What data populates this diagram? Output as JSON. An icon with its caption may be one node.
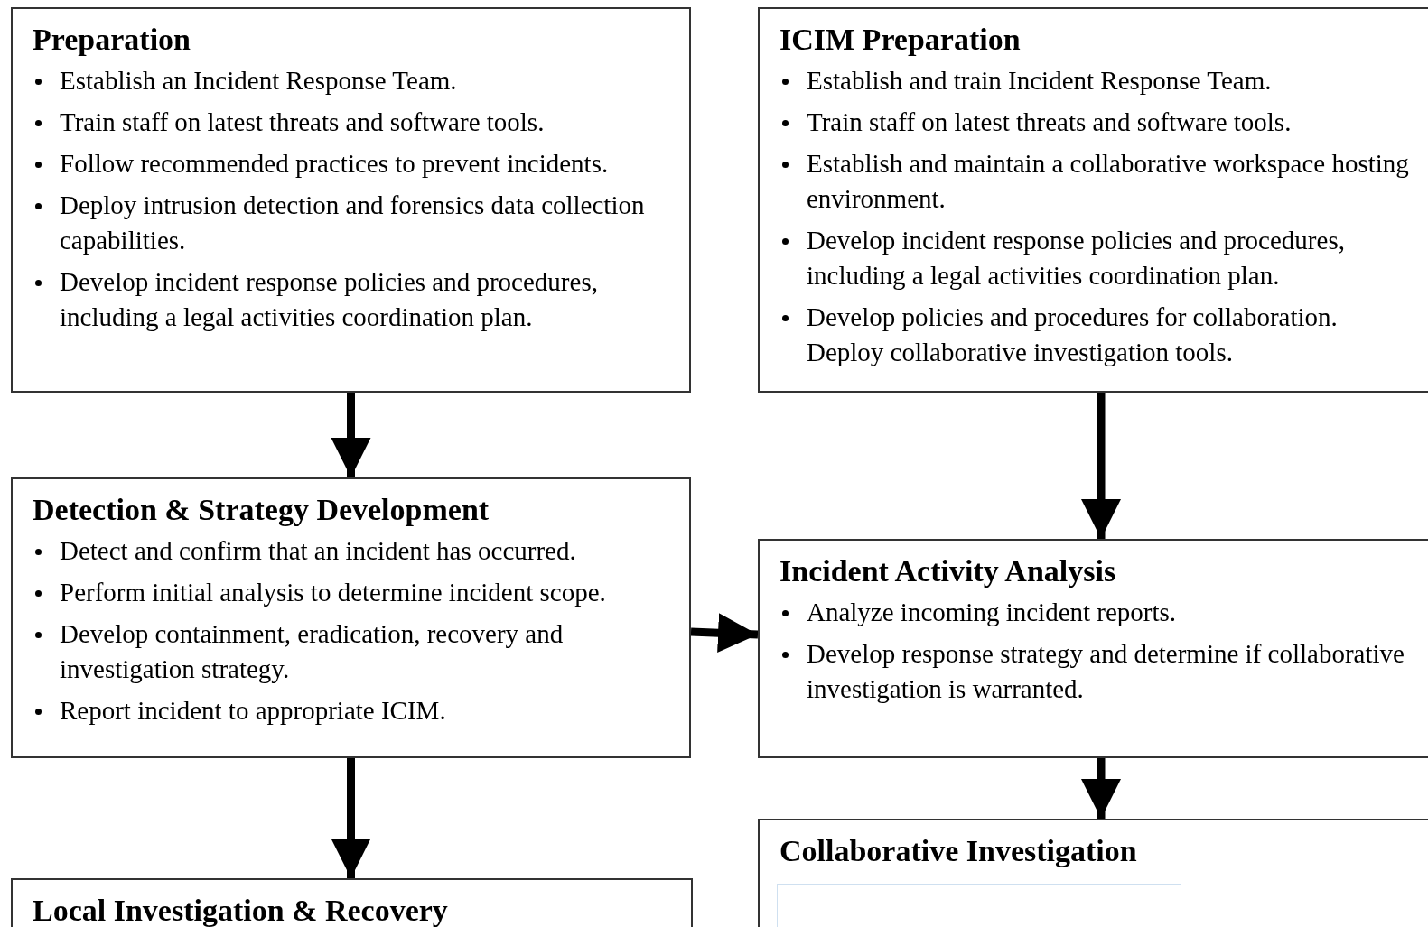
{
  "diagram": {
    "nodes": [
      {
        "text": [
          "Preparation",
          "Establish an Incident Response Team.",
          "Train staff on latest threats and software tools.",
          "Follow recommended practices to prevent incidents.",
          "Deploy intrusion detection and forensics data collection capabilities.",
          "Develop incident response policies and procedures, including a legal activities coordination plan."
        ]
      },
      {
        "text": [
          "ICIM Preparation",
          "Establish and train Incident Response Team.",
          "Train staff on latest threats and software tools.",
          "Establish and maintain a collaborative workspace hosting environment.",
          "Develop incident response policies and procedures, including a legal activities coordination plan.",
          "Develop policies and procedures for collaboration. Deploy collaborative investigation tools."
        ]
      },
      {
        "text": [
          "Detection & Strategy Development",
          "Detect and confirm that an incident has occurred.",
          "Perform initial analysis to determine incident scope.",
          "Develop containment, eradication, recovery and investigation strategy.",
          "Report incident to appropriate ICIM."
        ]
      },
      {
        "text": [
          "Incident Activity Analysis",
          "Analyze incoming incident reports.",
          "Develop response strategy and determine if collaborative investigation is warranted."
        ]
      },
      {
        "text": [
          "Local Investigation & Recovery"
        ]
      },
      {
        "text": [
          "Collaborative Investigation"
        ]
      },
      {
        "text": [],
        "shape": "box",
        "in": 5
      }
    ],
    "edges": [
      {
        "from": 0,
        "to": 2,
        "arrow": "to"
      },
      {
        "from": 1,
        "to": 3,
        "arrow": "to"
      },
      {
        "from": 2,
        "to": 3,
        "arrow": "to"
      },
      {
        "from": 2,
        "to": 4,
        "arrow": "to"
      },
      {
        "from": 3,
        "to": 5,
        "arrow": "to"
      }
    ]
  }
}
